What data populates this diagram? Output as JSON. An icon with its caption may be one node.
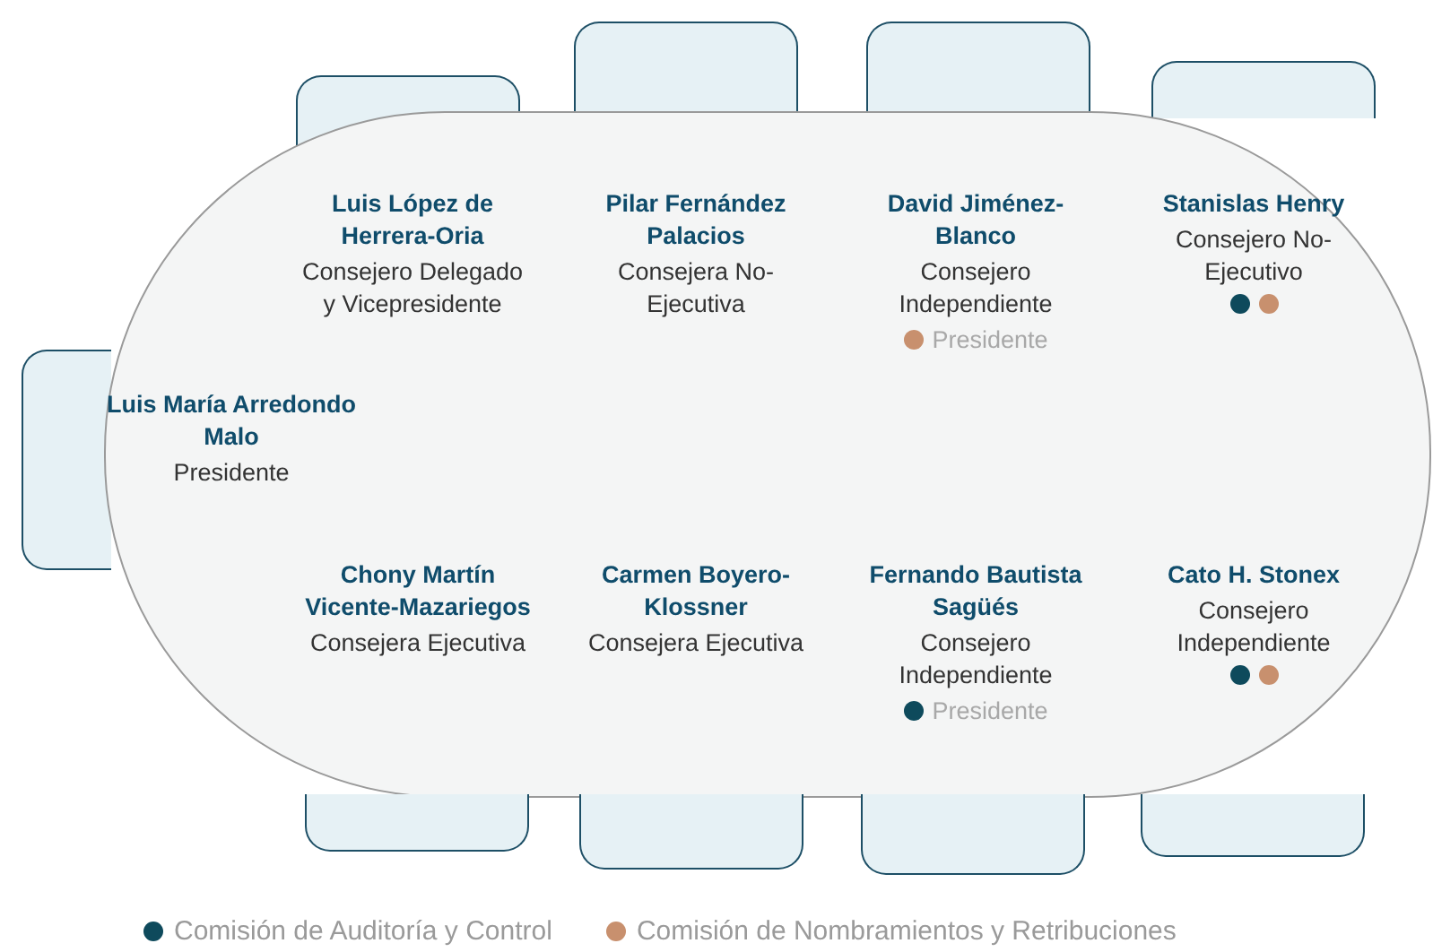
{
  "diagram": {
    "nodes": [
      {
        "text": [],
        "shape": "box"
      },
      {
        "text": [],
        "shape": "box"
      },
      {
        "text": [],
        "shape": "box"
      },
      {
        "text": [],
        "shape": "box"
      },
      {
        "text": [],
        "shape": "box"
      },
      {
        "text": [],
        "shape": "ellipse"
      },
      {
        "text": [
          "Luis María Arredondo Malo",
          "Presidente"
        ],
        "in": 5
      },
      {
        "text": [
          "Luis López de Herrera-Oria",
          "Consejero Delegado y Vicepresidente"
        ],
        "in": 5
      },
      {
        "text": [
          "Pilar Fernández Palacios",
          "Consejera No-Ejecutiva"
        ],
        "in": 5
      },
      {
        "text": [
          "David Jiménez-Blanco",
          "Consejero Independiente"
        ],
        "in": 5,
        "beside": [
          "Presidente"
        ]
      },
      {
        "text": [],
        "shape": "circle",
        "in": 9
      },
      {
        "text": [
          "Stanislas Henry",
          "Consejero No-Ejecutivo"
        ],
        "in": 5
      },
      {
        "text": [],
        "shape": "circle",
        "in": 11
      },
      {
        "text": [],
        "shape": "circle",
        "in": 11
      },
      {
        "text": [
          "Chony Martín Vicente-Mazariegos",
          "Consejera Ejecutiva"
        ],
        "in": 5
      },
      {
        "text": [
          "Carmen Boyero-Klossner",
          "Consejera Ejecutiva"
        ],
        "in": 5
      },
      {
        "text": [
          "Fernando Bautista Sagüés",
          "Consejero Independiente"
        ],
        "in": 5,
        "beside": [
          "Presidente"
        ]
      },
      {
        "text": [],
        "shape": "circle",
        "in": 16
      },
      {
        "text": [
          "Cato H. Stonex",
          "Consejero Independiente"
        ],
        "in": 5
      },
      {
        "text": [],
        "shape": "circle",
        "in": 18
      },
      {
        "text": [],
        "shape": "circle",
        "in": 18
      },
      {
        "text": [],
        "shape": "box"
      },
      {
        "text": [],
        "shape": "box"
      },
      {
        "text": [],
        "shape": "box"
      },
      {
        "text": [],
        "shape": "box"
      }
    ],
    "edges": [],
    "legend": [
      {
        "text": "Comisión de Auditoría y Control",
        "color": "#0e4a5c"
      },
      {
        "text": "Comisión de Nombramientos y Retribuciones",
        "color": "#c8906e"
      }
    ]
  }
}
